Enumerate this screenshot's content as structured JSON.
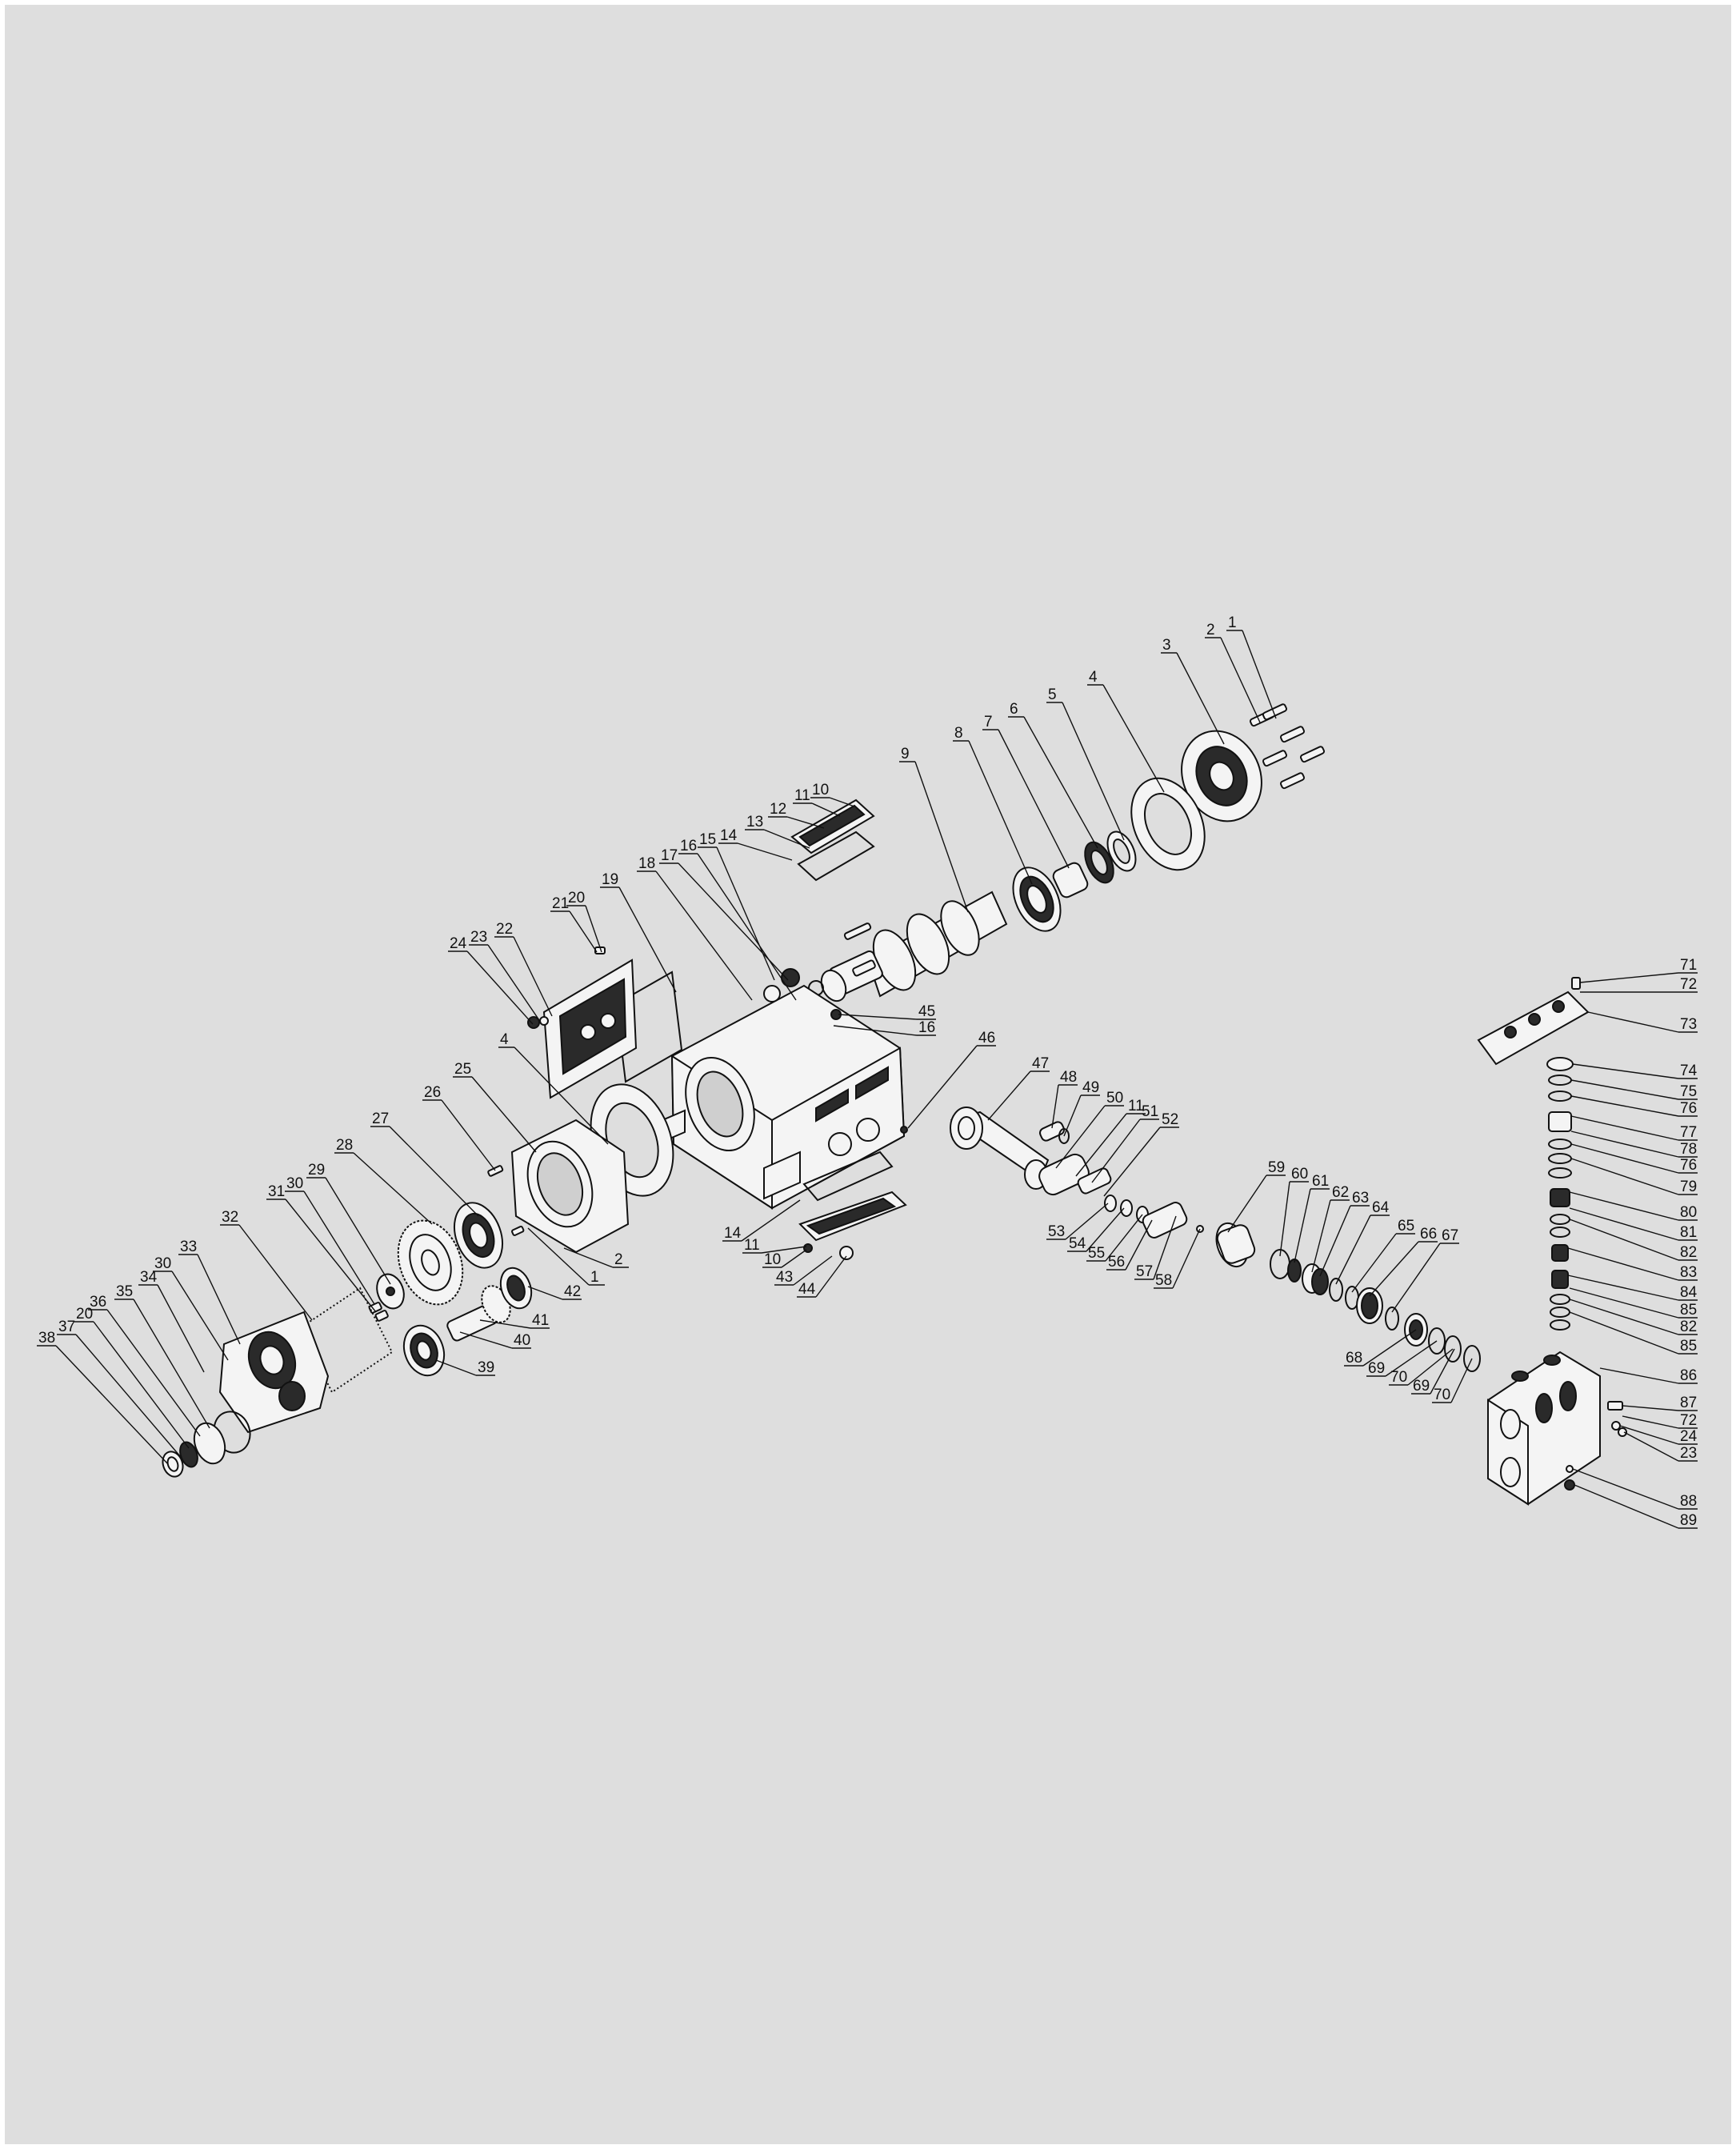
{
  "diagram": {
    "type": "exploded-parts-view",
    "callouts": [
      "1",
      "2",
      "3",
      "4",
      "5",
      "6",
      "7",
      "8",
      "9",
      "10",
      "11",
      "12",
      "13",
      "14",
      "15",
      "16",
      "17",
      "18",
      "19",
      "20",
      "21",
      "22",
      "23",
      "24",
      "45",
      "16",
      "4",
      "25",
      "26",
      "27",
      "28",
      "29",
      "30",
      "31",
      "32",
      "33",
      "30",
      "34",
      "35",
      "36",
      "20",
      "37",
      "38",
      "2",
      "1",
      "42",
      "41",
      "40",
      "39",
      "14",
      "11",
      "10",
      "43",
      "44",
      "46",
      "47",
      "48",
      "49",
      "50",
      "11",
      "51",
      "52",
      "53",
      "54",
      "55",
      "56",
      "57",
      "58",
      "59",
      "60",
      "61",
      "62",
      "63",
      "64",
      "65",
      "66",
      "67",
      "68",
      "69",
      "70",
      "69",
      "70",
      "71",
      "72",
      "73",
      "74",
      "75",
      "76",
      "77",
      "78",
      "76",
      "79",
      "80",
      "81",
      "82",
      "83",
      "84",
      "85",
      "82",
      "85",
      "86",
      "87",
      "72",
      "24",
      "23",
      "88",
      "89"
    ]
  }
}
